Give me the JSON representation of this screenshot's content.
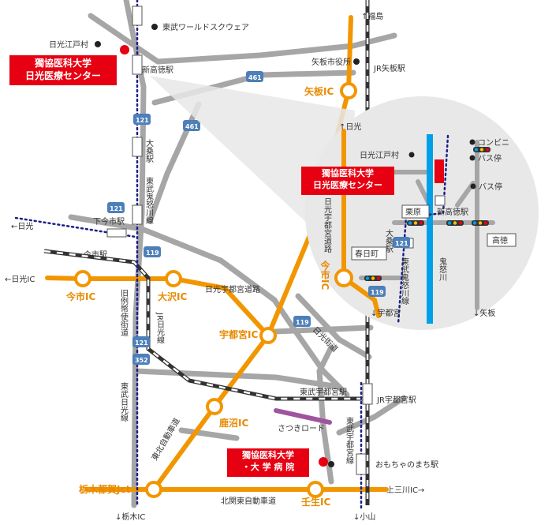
{
  "colors": {
    "expressway": "#f29600",
    "road": "#a6a6a6",
    "rail_jr": "#333333",
    "rail_tobu": "#1d2088",
    "river": "#00a0e9",
    "hospital": "#e60012",
    "satsuki_road": "#a0549d",
    "route_shield": "#4d7fb8",
    "inset_bg": "#e8e8e8"
  },
  "hospital_labels": {
    "nikko_line1": "獨協医科大学",
    "nikko_line2": "日光医療センター",
    "inset_line1": "獨協医科大学",
    "inset_line2": "日光医療センター",
    "main_line1": "獨協医科大学",
    "main_line2": "・大 学 病 院"
  },
  "ic_labels": {
    "yaita_ic": "矢板IC",
    "imaichi_ic": "今市IC",
    "osawa_ic": "大沢IC",
    "utsunomiya_ic": "宇都宮IC",
    "kanuma_ic": "鹿沼IC",
    "tochigi_tsuga_jct": "栃木都賀Jct",
    "mibu_ic": "壬生IC",
    "inset_imaichi_ic": "今市IC"
  },
  "directions": {
    "fukushima": "↑福島",
    "nikko_west": "←日光",
    "nikko_ic_west": "←日光IC",
    "kaminokawa_ic": "上三川IC→",
    "tochigi_ic": "↓栃木IC",
    "oyama": "↓小山",
    "inset_nikko": "↑日光",
    "inset_utsunomiya": "↓宇都宮",
    "inset_yaita": "↓矢板"
  },
  "places": {
    "tobu_world_square": "東武ワールドスクウェア",
    "nikko_edomura": "日光江戸村",
    "shin_takatoku_sta": "新高徳駅",
    "yaita_city_hall": "矢板市役所",
    "jr_yaita_sta": "JR矢板駅",
    "ojiki_sta": "大桑駅",
    "shimo_imaichi_sta": "下今市駅",
    "imaichi_sta": "今市駅",
    "tobu_kinugawa_line": "東武鬼怒川線",
    "nikko_utsunomiya_road": "日光宇都宮道路",
    "old_reiheishi_road": "旧例幣使街道",
    "jr_nikko_line": "JR日光線",
    "tobu_nikko_line": "東武日光線",
    "nikko_kaido": "日光街道",
    "tobu_utsunomiya_sta": "東武宇都宮駅",
    "jr_utsunomiya_sta": "JR宇都宮駅",
    "satsuki_road": "さつきロード",
    "tobu_utsunomiya_line": "東武宇都宮線",
    "omocha_no_machi_sta": "おもちゃのまち駅",
    "kitakanto_expressway": "北関東自動車道",
    "tohoku_expressway": "東北自動車道"
  },
  "inset": {
    "nikko_edomura": "日光江戸村",
    "convenience_store": "コンビニ",
    "bus_stop1": "バス停",
    "bus_stop2": "バス停",
    "kurihara": "栗原",
    "shin_takatoku_sta": "新高徳駅",
    "takatoku": "高徳",
    "ojiki_sta": "大桑駅",
    "kasugacho": "春日町",
    "nikko_utsunomiya_road": "日光宇都宮道路",
    "tobu_kinugawa_line": "東武鬼怒川線",
    "kinugawa": "鬼怒川"
  },
  "routes": {
    "r461_a": "461",
    "r461_b": "461",
    "r121_a": "121",
    "r121_b": "121",
    "r119_a": "119",
    "r119_b": "119",
    "r121_c": "121",
    "r352": "352",
    "inset_121": "121",
    "inset_119": "119"
  }
}
